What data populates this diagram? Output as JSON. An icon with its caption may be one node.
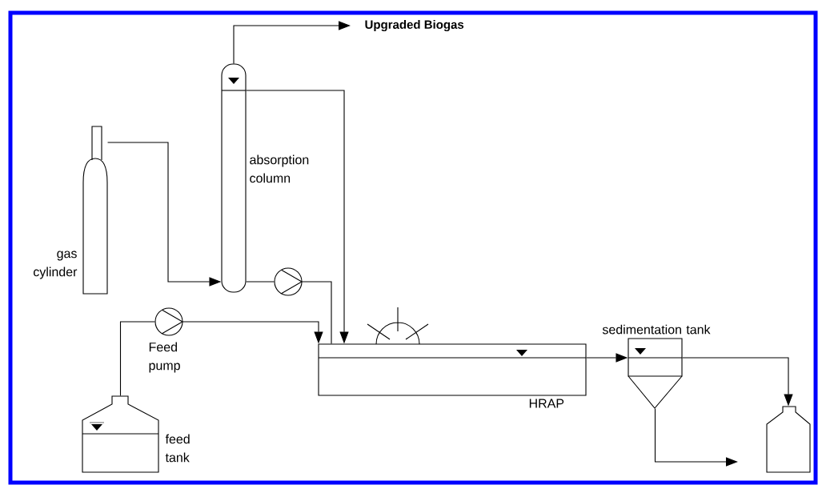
{
  "diagram": {
    "nodes": [
      {
        "text": [
          "Upgraded Biogas"
        ]
      },
      {
        "text": [
          "gas cylinder"
        ]
      },
      {
        "text": [
          "absorption column"
        ]
      },
      {
        "text": [],
        "shape": "circle"
      },
      {
        "text": [
          "Feed pump"
        ]
      },
      {
        "text": [
          "feed tank"
        ]
      },
      {
        "text": [
          "HRAP"
        ]
      },
      {
        "text": [
          "sedimentation tank"
        ]
      },
      {
        "text": [],
        "shape": "bottle"
      }
    ],
    "edges": [
      {
        "from": 2,
        "to": 0,
        "arrow": "to"
      },
      {
        "from": 1,
        "to": 2,
        "arrow": "to"
      },
      {
        "from": 2,
        "to": 3,
        "arrow": "none"
      },
      {
        "from": 3,
        "to": 6,
        "arrow": "none"
      },
      {
        "from": 2,
        "to": 6,
        "arrow": "to"
      },
      {
        "from": 5,
        "to": 4,
        "arrow": "none"
      },
      {
        "from": 4,
        "to": 6,
        "arrow": "to"
      },
      {
        "from": 6,
        "to": 7,
        "arrow": "to"
      },
      {
        "from": 7,
        "to": 8,
        "arrow": "to"
      },
      {
        "from": 7,
        "to": null,
        "arrow": "to"
      }
    ]
  }
}
